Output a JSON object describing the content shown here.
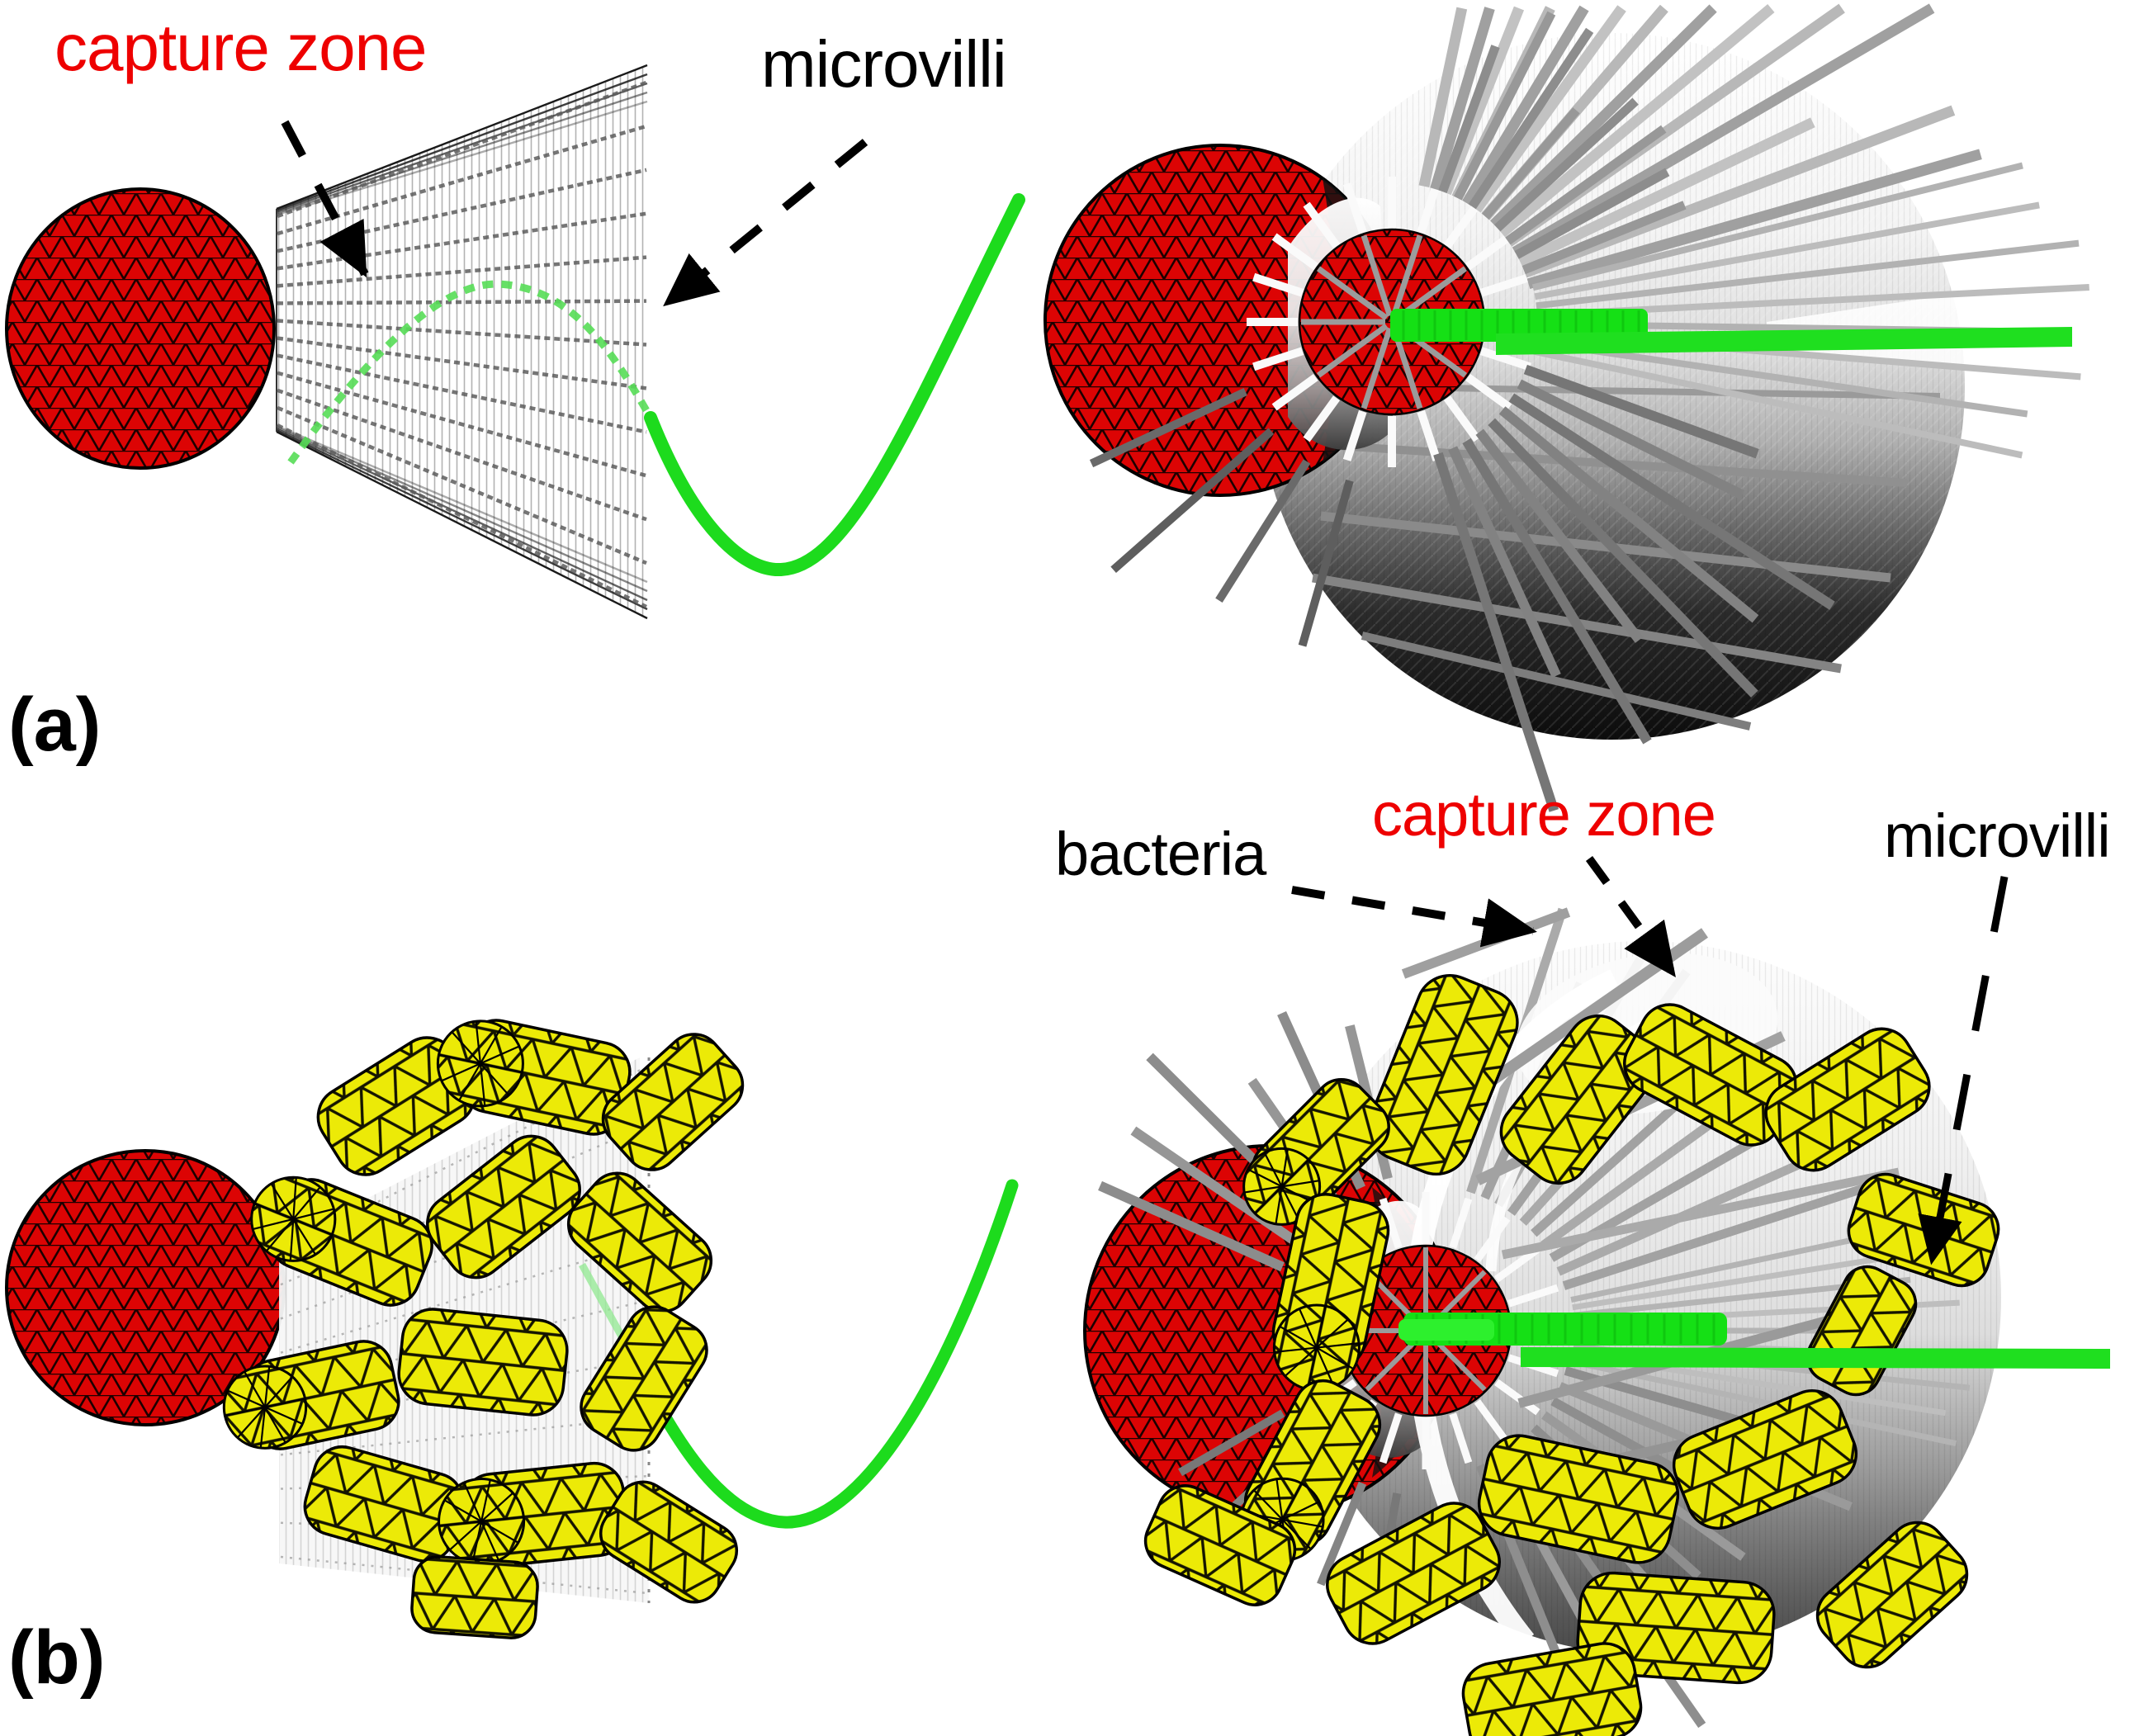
{
  "figure": {
    "panel_a_label": "(a)",
    "panel_b_label": "(b)",
    "panel_a": {
      "capture_zone_label": "capture zone",
      "microvilli_label": "microvilli"
    },
    "panel_b": {
      "bacteria_label": "bacteria",
      "capture_zone_label": "capture zone",
      "microvilli_label": "microvilli"
    },
    "colors": {
      "capture_zone_text": "#ee0000",
      "annotation_text": "#000000",
      "cell_red": "#dc0404",
      "bacteria_yellow": "#ecea07",
      "flagellum_green": "#1fdf1f",
      "microvilli_gray": "#a8a8a8",
      "background": "#ffffff"
    }
  }
}
